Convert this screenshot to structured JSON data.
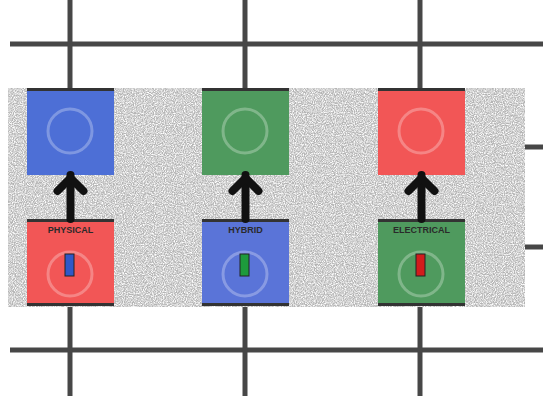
{
  "diagram": {
    "nodes": [
      {
        "text": []
      },
      {
        "text": [
          "PHYSICAL"
        ]
      },
      {
        "text": []
      },
      {
        "text": [
          "HYBRID"
        ]
      },
      {
        "text": []
      },
      {
        "text": [
          "ELECTRICAL"
        ]
      }
    ],
    "edges": [
      {
        "from": 1,
        "to": 0,
        "arrow": "to"
      },
      {
        "from": 3,
        "to": 2,
        "arrow": "to"
      },
      {
        "from": 5,
        "to": 4,
        "arrow": "to"
      }
    ]
  }
}
